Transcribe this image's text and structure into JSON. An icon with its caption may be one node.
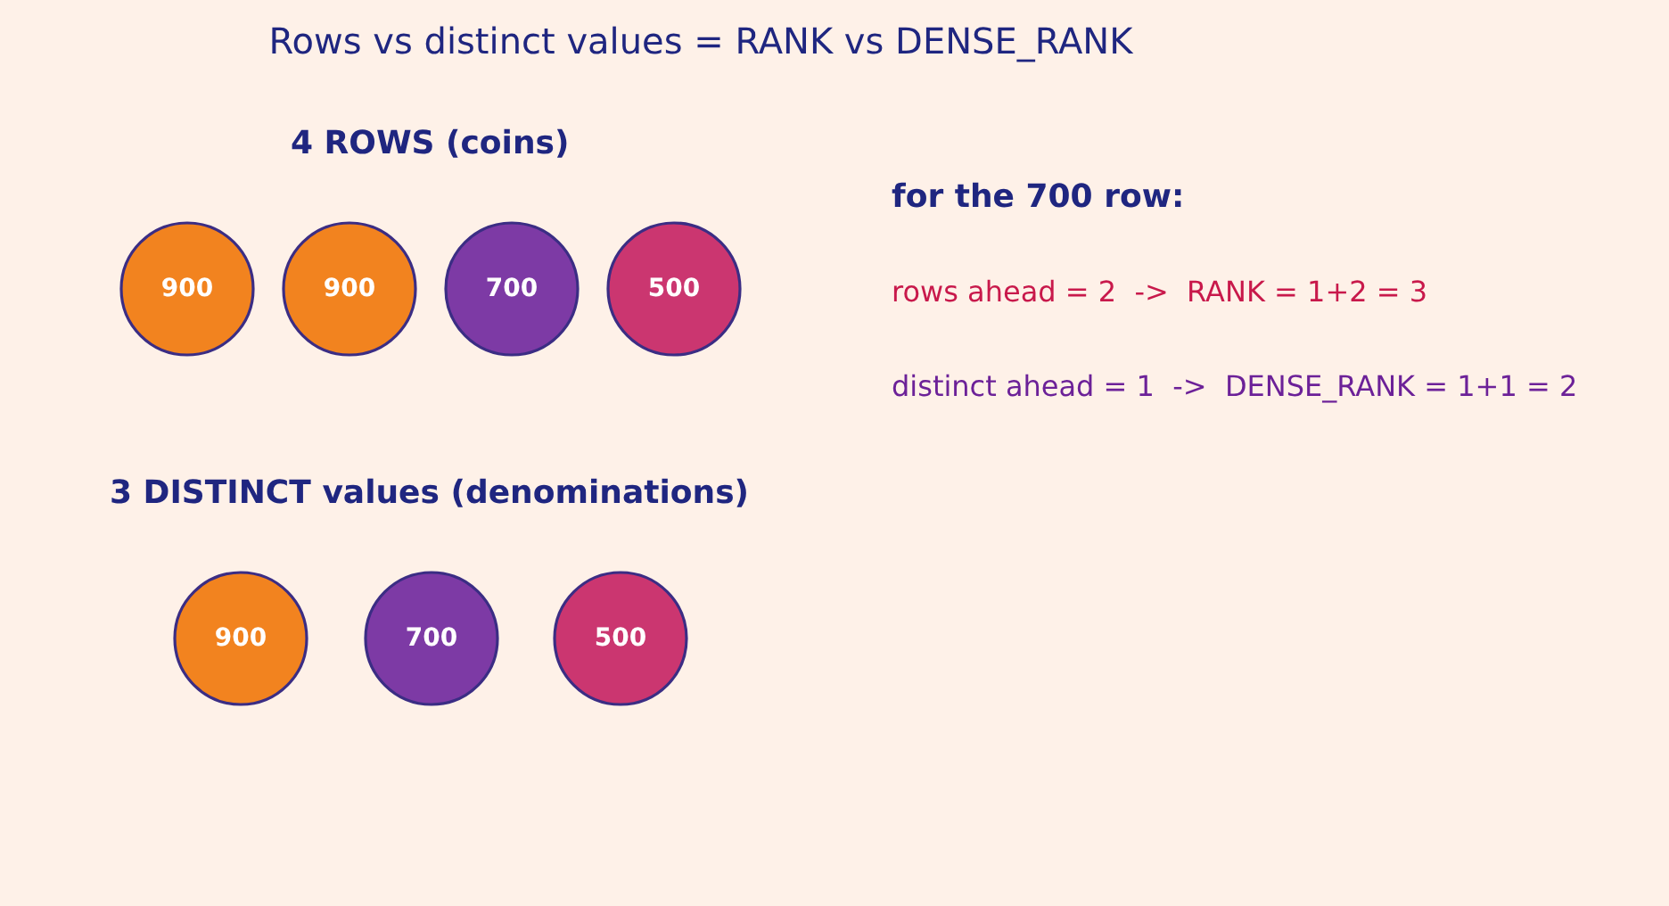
{
  "diagram": {
    "title": "Rows vs distinct values = RANK vs DENSE_RANK",
    "nodes": [
      {
        "text": [
          "900"
        ]
      },
      {
        "text": [
          "900"
        ]
      },
      {
        "text": [
          "700"
        ]
      },
      {
        "text": [
          "500"
        ]
      },
      {
        "text": [
          "900"
        ]
      },
      {
        "text": [
          "700"
        ]
      },
      {
        "text": [
          "500"
        ]
      }
    ],
    "labels": [
      "4 ROWS (coins)",
      "for the 700 row:",
      "rows ahead = 2  ->  RANK = 1+2 = 3",
      "distinct ahead = 1  ->  DENSE_RANK = 1+1 = 2",
      "3 DISTINCT values (denominations)"
    ]
  }
}
